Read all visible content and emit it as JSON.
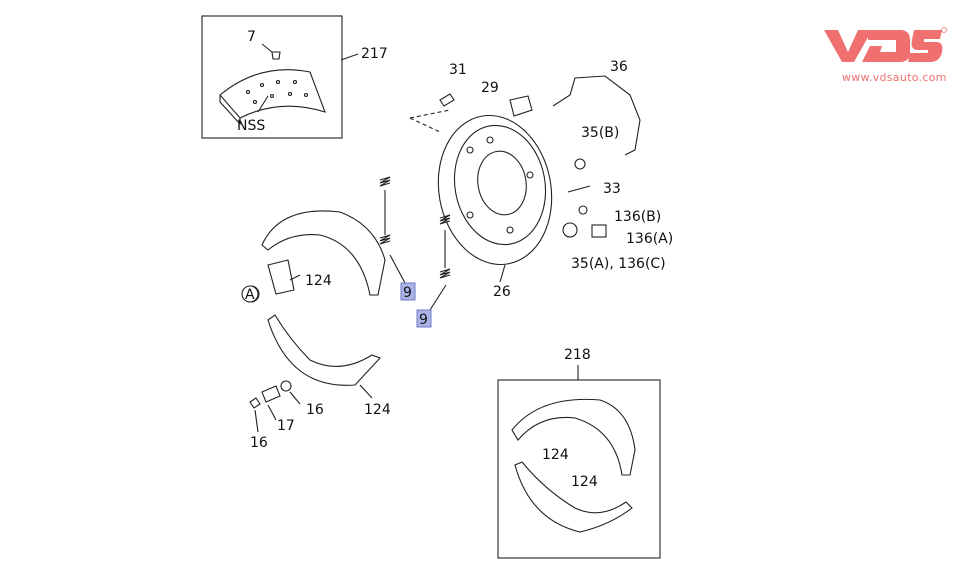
{
  "logo": {
    "brand": "VDS",
    "url_text": "www.vdsauto.com",
    "color": "#f07070"
  },
  "callouts": {
    "c7": "7",
    "c217": "217",
    "cNSS": "NSS",
    "c31": "31",
    "c29": "29",
    "c36": "36",
    "c35b": "35(B)",
    "c33": "33",
    "c136b": "136(B)",
    "c136a": "136(A)",
    "c35a136c": "35(A), 136(C)",
    "c26": "26",
    "c9a": "9",
    "c9b": "9",
    "c124a": "124",
    "cA": "A",
    "c124b": "124",
    "c16a": "16",
    "c17": "17",
    "c16b": "16",
    "c218": "218",
    "c124c": "124",
    "c124d": "124"
  },
  "highlight_color": "#aab4e6"
}
